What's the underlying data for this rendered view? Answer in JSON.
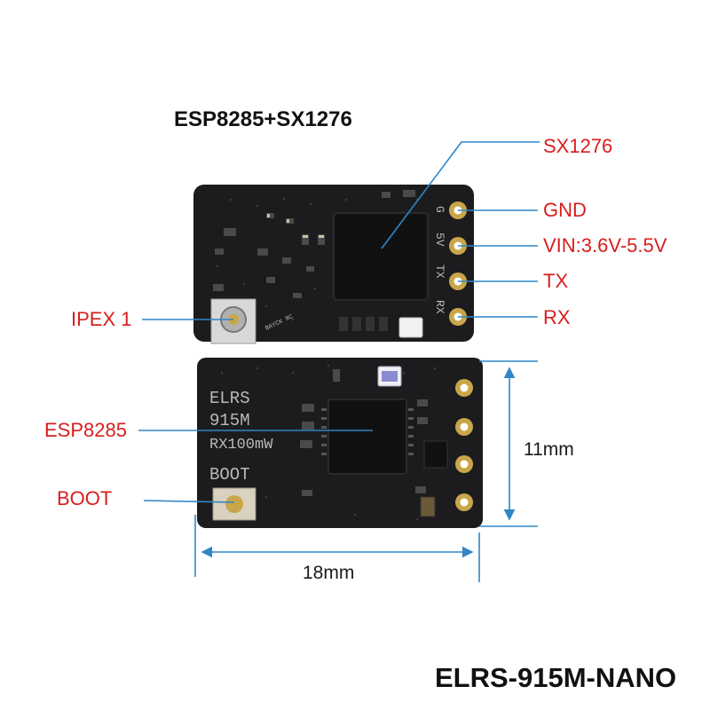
{
  "heading": "ESP8285+SX1276",
  "product_name": "ELRS-915M-NANO",
  "colors": {
    "callout_red": "#d81e1e",
    "pcb_black": "#1c1c1e",
    "pad_gold": "#c9a64a",
    "chip_black": "#111111",
    "silkscreen": "#b9b9b9",
    "leader_blue": "#2f86c8"
  },
  "labels": {
    "sx1276": "SX1276",
    "gnd": "GND",
    "vin": "VIN:3.6V-5.5V",
    "tx": "TX",
    "rx": "RX",
    "ipex": "IPEX 1",
    "esp8285": "ESP8285",
    "boot": "BOOT"
  },
  "dimensions": {
    "height": "11mm",
    "width": "18mm"
  },
  "silkscreen": {
    "top_pins": [
      "G",
      "5V",
      "TX",
      "RX"
    ],
    "brand": "BAYCK RC",
    "line1": "ELRS",
    "line2": "915M",
    "line3": "RX100mW",
    "boot": "BOOT"
  }
}
